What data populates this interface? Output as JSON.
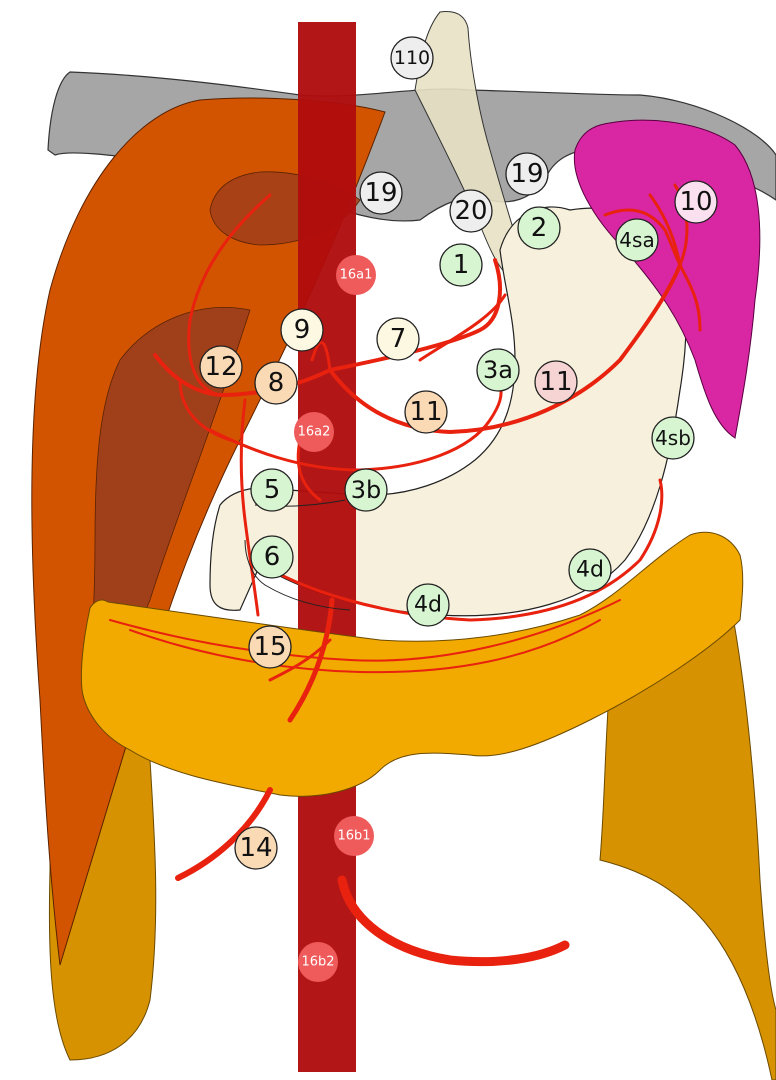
{
  "colors": {
    "liver": "#d35400",
    "liver_dark": "#a0401a",
    "aorta": "#b00d0d",
    "diaphragm": "#a6a6a6",
    "esophagus": "#e8e2c4",
    "stomach": "#f7f0dc",
    "spleen": "#d926a3",
    "colon": "#f2a900",
    "colon_dark": "#d69200",
    "artery": "#e8220e",
    "green_label": "#d8f5d2",
    "orange_label": "#fad9b5",
    "cream_label": "#fdf8e2",
    "grey_label": "#eeeeee",
    "pink_label": "#f7d4d4",
    "red_label": "#ef5a5a",
    "spleen_label": "#fbe0ef"
  },
  "labels": {
    "n110": "110",
    "n19_left": "19",
    "n19_right": "19",
    "n20": "20",
    "n1": "1",
    "n2": "2",
    "n10": "10",
    "n4sa": "4sa",
    "n16a1": "16a1",
    "n9": "9",
    "n7": "7",
    "n12": "12",
    "n8": "8",
    "n3a": "3a",
    "n11_right": "11",
    "n16a2": "16a2",
    "n11_center": "11",
    "n4sb": "4sb",
    "n5": "5",
    "n3b": "3b",
    "n6": "6",
    "n4d_right": "4d",
    "n4d_center": "4d",
    "n15": "15",
    "n16b1": "16b1",
    "n14": "14",
    "n16b2": "16b2"
  }
}
